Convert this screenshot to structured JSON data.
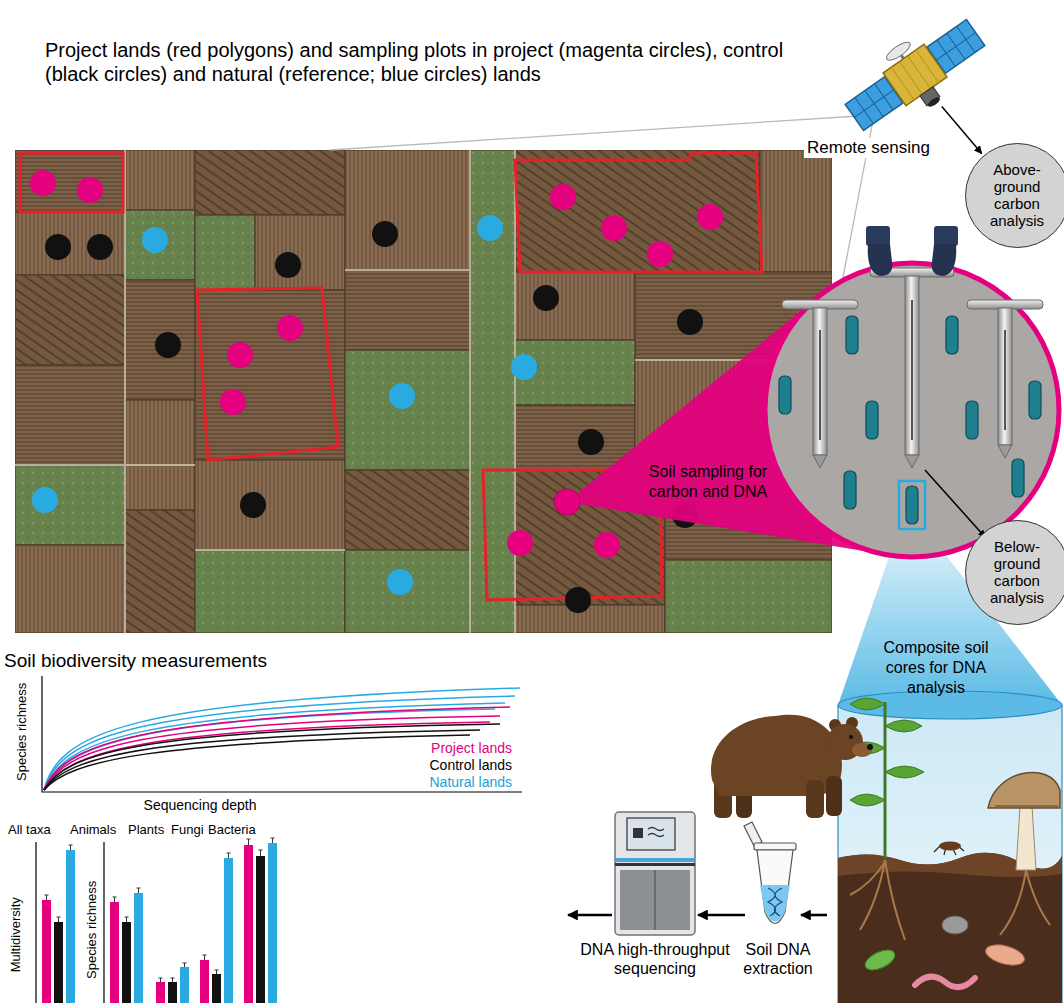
{
  "diagram": {
    "nodes": [
      {
        "text": [
          "Remote sensing"
        ]
      },
      {
        "text": [
          "Above-ground carbon analysis"
        ]
      },
      {
        "text": [
          "Below-ground carbon analysis"
        ]
      },
      {
        "text": [
          "Composite soil cores for DNA analysis"
        ]
      },
      {
        "text": [
          "Soil DNA extraction"
        ]
      },
      {
        "text": [
          "DNA high-throughput sequencing"
        ]
      },
      {
        "text": [
          "Soil biodiversity measurements"
        ]
      }
    ],
    "edges": [
      {
        "from": 0,
        "to": 1,
        "arrow": "to"
      },
      {
        "from": 3,
        "to": 4,
        "arrow": "to"
      },
      {
        "from": 4,
        "to": 5,
        "arrow": "to"
      },
      {
        "from": 5,
        "to": 6,
        "arrow": "to"
      }
    ],
    "labels": [
      "Project lands (red polygons) and sampling plots in project (magenta circles), control (black circles) and natural (reference; blue circles) lands",
      "Soil sampling for carbon and DNA",
      "Species richness",
      "Project lands",
      "Control lands",
      "Natural lands",
      "Sequencing depth",
      "All taxa",
      "Animals",
      "Plants",
      "Fungi",
      "Bacteria",
      "Multidiversity",
      "Species richness"
    ]
  }
}
